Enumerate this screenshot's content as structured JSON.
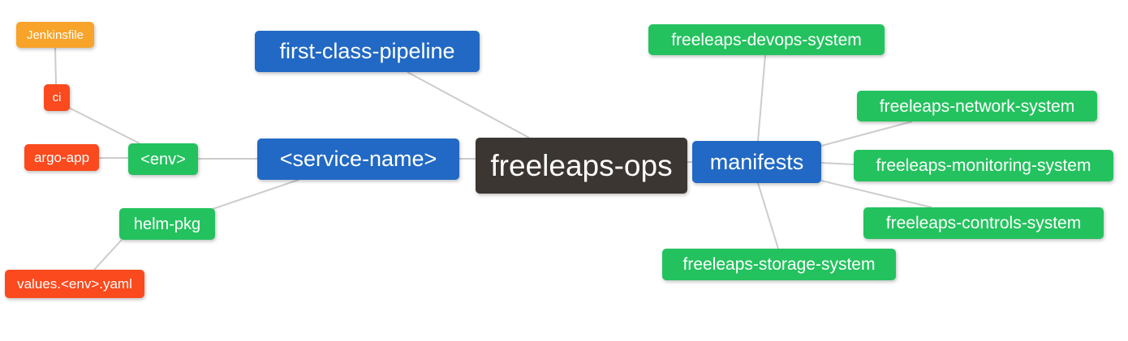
{
  "diagram": {
    "type": "mindmap",
    "background_color": "#ffffff",
    "edge_color": "#cccccc",
    "text_color": "#ffffff"
  },
  "palette": {
    "root_dark": "#3B3632",
    "branch_blue": "#2169C4",
    "leaf_green": "#23C25E",
    "leaf_red_orange": "#FA4A1E",
    "leaf_orange": "#F8A32A"
  },
  "nodes": {
    "root": {
      "label": "freeleaps-ops",
      "color": "#3B3632"
    },
    "first_class_pipeline": {
      "label": "first-class-pipeline",
      "color": "#2169C4"
    },
    "service_name": {
      "label": "<service-name>",
      "color": "#2169C4"
    },
    "manifests": {
      "label": "manifests",
      "color": "#2169C4"
    },
    "env": {
      "label": "<env>",
      "color": "#23C25E"
    },
    "helm_pkg": {
      "label": "helm-pkg",
      "color": "#23C25E"
    },
    "ci": {
      "label": "ci",
      "color": "#FA4A1E"
    },
    "argo_app": {
      "label": "argo-app",
      "color": "#FA4A1E"
    },
    "values_env_yaml": {
      "label": "values.<env>.yaml",
      "color": "#FA4A1E"
    },
    "jenkinsfile": {
      "label": "Jenkinsfile",
      "color": "#F8A32A"
    },
    "devops_system": {
      "label": "freeleaps-devops-system",
      "color": "#23C25E"
    },
    "network_system": {
      "label": "freeleaps-network-system",
      "color": "#23C25E"
    },
    "monitoring_system": {
      "label": "freeleaps-monitoring-system",
      "color": "#23C25E"
    },
    "controls_system": {
      "label": "freeleaps-controls-system",
      "color": "#23C25E"
    },
    "storage_system": {
      "label": "freeleaps-storage-system",
      "color": "#23C25E"
    }
  },
  "edges": [
    {
      "from": "jenkinsfile",
      "to": "ci"
    },
    {
      "from": "ci",
      "to": "env"
    },
    {
      "from": "argo_app",
      "to": "env"
    },
    {
      "from": "env",
      "to": "service_name"
    },
    {
      "from": "helm_pkg",
      "to": "service_name"
    },
    {
      "from": "helm_pkg",
      "to": "values_env_yaml"
    },
    {
      "from": "first_class_pipeline",
      "to": "root"
    },
    {
      "from": "service_name",
      "to": "root"
    },
    {
      "from": "root",
      "to": "manifests"
    },
    {
      "from": "manifests",
      "to": "devops_system"
    },
    {
      "from": "manifests",
      "to": "network_system"
    },
    {
      "from": "manifests",
      "to": "monitoring_system"
    },
    {
      "from": "manifests",
      "to": "controls_system"
    },
    {
      "from": "manifests",
      "to": "storage_system"
    }
  ]
}
